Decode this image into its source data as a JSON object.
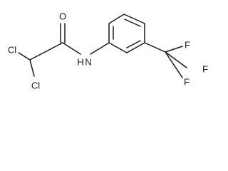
{
  "molecule": {
    "atoms": {
      "cl_top": "Cl",
      "cl_bottom": "Cl",
      "oxygen": "O",
      "nitrogen_h": "H",
      "nitrogen_n": "N",
      "f_top": "F",
      "f_right": "F",
      "f_bottom": "F"
    },
    "colors": {
      "bond": "#1a1a1a",
      "label": "#1a1a1a",
      "background": "#ffffff"
    }
  }
}
